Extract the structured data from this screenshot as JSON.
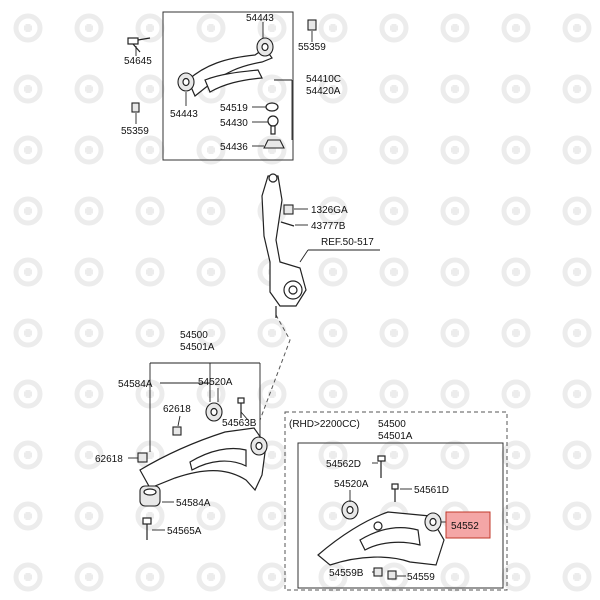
{
  "labels": {
    "p54443_top": "54443",
    "p54645": "54645",
    "p55359_right": "55359",
    "p54443_left": "54443",
    "p54410c": "54410C",
    "p54420a": "54420A",
    "p54519": "54519",
    "p55359_left": "55359",
    "p54430": "54430",
    "p54436": "54436",
    "p1326ga": "1326GA",
    "p43777b": "43777B",
    "ref": "REF.50-517",
    "p54500": "54500",
    "p54501a": "54501A",
    "p54584a_top": "54584A",
    "p54520a": "54520A",
    "p62618_top": "62618",
    "p54563b": "54563B",
    "p62618_left": "62618",
    "p54584a_bottom": "54584A",
    "p54565a": "54565A",
    "rhd": "(RHD>2200CC)",
    "rhd_54500": "54500",
    "rhd_54501a": "54501A",
    "p54562d": "54562D",
    "rhd_54520a": "54520A",
    "p54561d": "54561D",
    "p54552": "54552",
    "p54559b": "54559B",
    "p54559": "54559"
  },
  "highlight_color": "#f4a6a6"
}
